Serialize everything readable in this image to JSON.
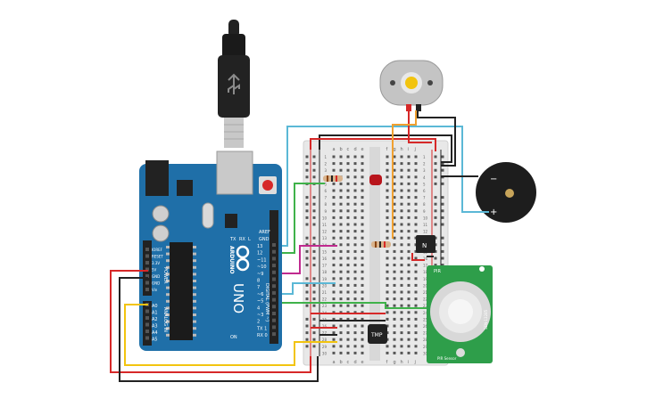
{
  "arduino": {
    "brand": "UNO",
    "logo_text": "ARDUINO",
    "reset_label": "RESET",
    "digital_label": "DIGITAL (PWM ~)",
    "power_label": "POWER",
    "analog_label": "ANALOG IN",
    "aref_label": "AREF",
    "gnd_label": "GND",
    "on_label": "ON",
    "tx_label": "TX",
    "rx_label": "RX",
    "l_label": "L",
    "digital_pins": [
      "13",
      "12",
      "~11",
      "~10",
      "~9",
      "8",
      "7",
      "~6",
      "~5",
      "4",
      "~3",
      "2",
      "TX 1",
      "RX 0"
    ],
    "power_pins": [
      "IOREF",
      "RESET",
      "3.3V",
      "5V",
      "GND",
      "GND",
      "Vin"
    ],
    "analog_pins": [
      "A0",
      "A1",
      "A2",
      "A3",
      "A4",
      "A5"
    ]
  },
  "breadboard": {
    "col_letters_left": [
      "a",
      "b",
      "c",
      "d",
      "e"
    ],
    "col_letters_right": [
      "f",
      "g",
      "h",
      "i",
      "j"
    ],
    "row_numbers": [
      "1",
      "2",
      "3",
      "4",
      "5",
      "6",
      "7",
      "8",
      "9",
      "10",
      "11",
      "12",
      "13",
      "14",
      "15",
      "16",
      "17",
      "18",
      "19",
      "20",
      "21",
      "22",
      "23",
      "24",
      "25",
      "26",
      "27",
      "28",
      "29",
      "30"
    ]
  },
  "buzzer": {
    "minus_label": "−",
    "plus_label": "+"
  },
  "temp_sensor": {
    "label": "TMP"
  },
  "pir_sensor": {
    "top_label": "PIR",
    "side_label": "PIR Sensor",
    "model": "SEN-13285"
  },
  "colors": {
    "arduino_board": "#1f6fa8",
    "breadboard": "#e8e8e8",
    "pir_board": "#2e9e4a",
    "wire_red": "#d62828",
    "wire_black": "#222222",
    "wire_yellow": "#f2c40f",
    "wire_green": "#3fb24a",
    "wire_magenta": "#c02a8f",
    "wire_cyan": "#5bb8d6",
    "wire_orange": "#f0a030"
  }
}
